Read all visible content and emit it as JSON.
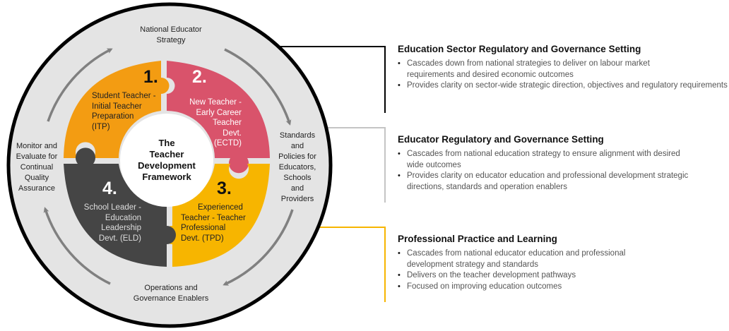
{
  "diagram": {
    "center_title_lines": [
      "The",
      "Teacher",
      "Development",
      "Framework"
    ],
    "outer_ring": {
      "top_lines": [
        "National Educator",
        "Strategy"
      ],
      "right_lines": [
        "Standards",
        "and",
        "Policies for",
        "Educators,",
        "Schools",
        "and",
        "Providers"
      ],
      "bottom_lines": [
        "Operations and",
        "Governance Enablers"
      ],
      "left_lines": [
        "Monitor and",
        "Evaluate for",
        "Continual",
        "Quality",
        "Assurance"
      ]
    },
    "pieces": [
      {
        "number": "1.",
        "label_lines": [
          "Student Teacher -",
          "Initial Teacher",
          "Preparation",
          "(ITP)"
        ],
        "color": "#F39C12"
      },
      {
        "number": "2.",
        "label_lines": [
          "New Teacher -",
          "Early Career",
          "Teacher",
          "Devt.",
          "(ECTD)"
        ],
        "color": "#D9536B"
      },
      {
        "number": "3.",
        "label_lines": [
          "Experienced",
          "Teacher - Teacher",
          "Professional",
          "Devt. (TPD)"
        ],
        "color": "#F7B500"
      },
      {
        "number": "4.",
        "label_lines": [
          "School Leader -",
          "Education",
          "Leadership",
          "Devt. (ELD)"
        ],
        "color": "#454545"
      }
    ],
    "colors": {
      "ring_fill": "#E4E4E4",
      "ring_border": "#000000",
      "arrow": "#808080",
      "connector_black": "#000000",
      "connector_gray": "#C4C4C4",
      "connector_yellow": "#F7B500"
    }
  },
  "sections": [
    {
      "title": "Education Sector Regulatory and Governance Setting",
      "bullets": [
        "Cascades down from national strategies to deliver on labour market requirements and desired economic outcomes",
        "Provides clarity on sector-wide strategic direction, objectives and regulatory requirements"
      ]
    },
    {
      "title": "Educator Regulatory and Governance Setting",
      "bullets": [
        "Cascades from national education strategy to ensure alignment with desired wide outcomes",
        "Provides clarity on educator education and professional development strategic directions, standards and operation enablers"
      ]
    },
    {
      "title": "Professional Practice and Learning",
      "bullets": [
        "Cascades from national educator education and professional development strategy and standards",
        "Delivers on the teacher development pathways",
        "Focused on improving education outcomes"
      ]
    }
  ]
}
